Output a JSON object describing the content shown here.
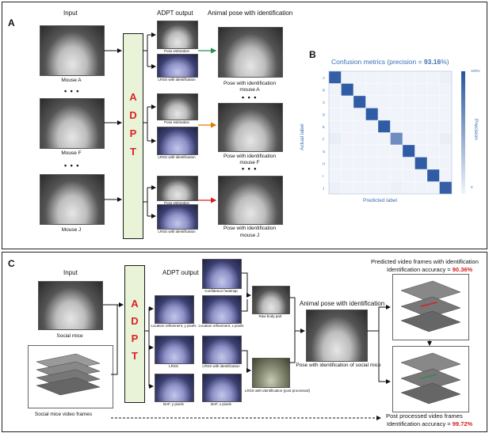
{
  "panel_a": {
    "letter": "A",
    "col_input": "Input",
    "col_output": "ADPT output",
    "col_result": "Animal pose with identification",
    "adpt_letters": [
      "A",
      "D",
      "P",
      "T"
    ],
    "mouse_a": "Mouse A",
    "mouse_f": "Mouse F",
    "mouse_j": "Mouse J",
    "dots": "• • •",
    "pose_estimation": "Pose estimation",
    "lrss_id": "LRSS with identification",
    "result_a_1": "Pose with identification",
    "result_a_2": "mouse A",
    "result_f_1": "Pose with identification",
    "result_f_2": "mouse F",
    "result_j_1": "Pose with identification",
    "result_j_2": "mouse J",
    "arrow_colors": [
      "#2e8b57",
      "#e07b00",
      "#d62020"
    ]
  },
  "panel_b": {
    "letter": "B",
    "title_prefix": "Confusion metrics (precision = ",
    "title_value": "93.16",
    "title_suffix": "%)",
    "ylabel": "Actual label",
    "xlabel": "Predicted label",
    "colorbar_label": "Precision",
    "colorbar_top": "100%",
    "colorbar_bottom": "0"
  },
  "chart_data": {
    "type": "heatmap",
    "title": "Confusion metrics (precision = 93.16%)",
    "xlabel": "Predicted label",
    "ylabel": "Actual label",
    "colorbar_label": "Precision",
    "colorbar_range": [
      "0",
      "100%"
    ],
    "categories": [
      "A",
      "B",
      "C",
      "D",
      "E",
      "F",
      "G",
      "H",
      "I",
      "J"
    ],
    "matrix": [
      [
        0.93,
        0,
        0,
        0,
        0,
        0,
        0,
        0,
        0,
        0.02
      ],
      [
        0,
        0.95,
        0,
        0,
        0,
        0,
        0,
        0,
        0,
        0
      ],
      [
        0,
        0,
        0.95,
        0,
        0,
        0,
        0,
        0,
        0,
        0
      ],
      [
        0,
        0,
        0,
        0.95,
        0,
        0,
        0,
        0,
        0,
        0
      ],
      [
        0,
        0,
        0,
        0,
        0.95,
        0,
        0,
        0,
        0,
        0
      ],
      [
        0.04,
        0,
        0,
        0,
        0,
        0.65,
        0,
        0,
        0,
        0.03
      ],
      [
        0,
        0,
        0,
        0,
        0,
        0,
        0.95,
        0,
        0,
        0
      ],
      [
        0,
        0,
        0,
        0,
        0,
        0,
        0,
        0.95,
        0,
        0
      ],
      [
        0,
        0,
        0,
        0,
        0,
        0,
        0,
        0,
        0.95,
        0
      ],
      [
        0.02,
        0,
        0,
        0,
        0,
        0.02,
        0,
        0,
        0,
        0.93
      ]
    ]
  },
  "panel_c": {
    "letter": "C",
    "col_input": "Input",
    "col_output": "ADPT output",
    "adpt_letters": [
      "A",
      "D",
      "P",
      "T"
    ],
    "social_mice": "Social mice",
    "video_frames": "Social mice video frames",
    "confidence_heatmap": "Confidence heatmap",
    "raw_body_part": "Raw body part",
    "loc_y": "Location refinement, y pixels",
    "loc_x": "Location refinement, x pixels",
    "lrss": "LRSS",
    "lrss_id": "LRSS with identification",
    "baf_y": "BAF, y pixels",
    "baf_x": "BAF, x pixels",
    "lrss_post": "LRSS with identification (post processed)",
    "animal_pose": "Animal pose with identification",
    "pose_social": "Pose with identification of social mice",
    "pred_frames": "Predicted video frames with identification",
    "id_acc_label_1": "Identification accuracy = ",
    "id_acc_value_1": "90.36%",
    "post_frames": "Post processed video frames",
    "id_acc_label_2": "Identification accuracy = ",
    "id_acc_value_2": "99.72%"
  }
}
